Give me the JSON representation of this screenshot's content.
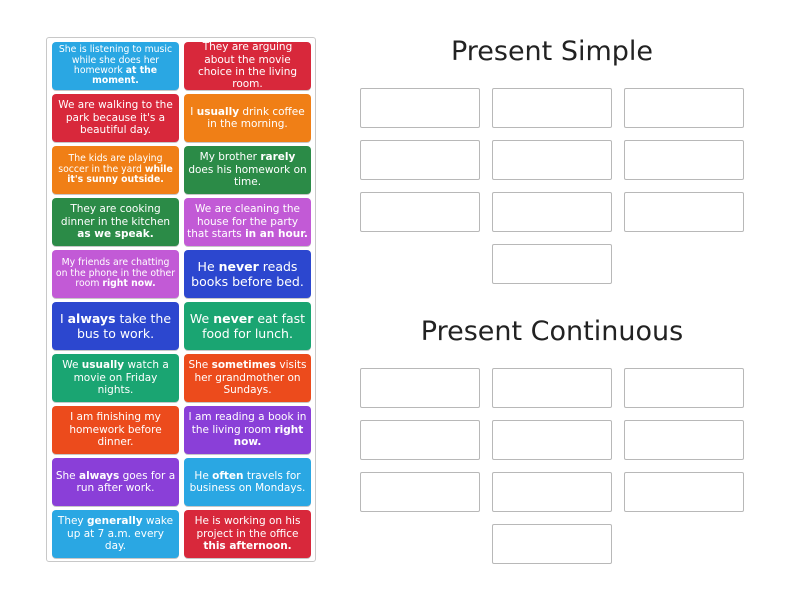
{
  "columns": [
    {
      "title": "Present Simple"
    },
    {
      "title": "Present Continuous"
    }
  ],
  "cards": [
    {
      "pre": "She is listening to music while she does her homework ",
      "bold": "at the moment.",
      "post": ""
    },
    {
      "pre": "They are arguing about the movie choice in the living room.",
      "bold": "",
      "post": ""
    },
    {
      "pre": "We are walking to the park because it's a beautiful day.",
      "bold": "",
      "post": ""
    },
    {
      "pre": "I ",
      "bold": "usually",
      "post": " drink coffee in the morning."
    },
    {
      "pre": "The kids are playing soccer in the yard ",
      "bold": "while it's sunny outside.",
      "post": ""
    },
    {
      "pre": "My brother ",
      "bold": "rarely",
      "post": " does his homework on time."
    },
    {
      "pre": "They are cooking dinner in the kitchen ",
      "bold": "as we speak.",
      "post": ""
    },
    {
      "pre": "We are cleaning the house for the party that starts ",
      "bold": "in an hour.",
      "post": ""
    },
    {
      "pre": "My friends are chatting on the phone in the other room ",
      "bold": "right now.",
      "post": ""
    },
    {
      "pre": "He ",
      "bold": "never",
      "post": " reads books before bed."
    },
    {
      "pre": "I ",
      "bold": "always",
      "post": " take the bus to work."
    },
    {
      "pre": "We ",
      "bold": "never",
      "post": " eat fast food for lunch."
    },
    {
      "pre": "We ",
      "bold": "usually",
      "post": " watch a movie on Friday nights."
    },
    {
      "pre": "She ",
      "bold": "sometimes",
      "post": " visits her grandmother on Sundays."
    },
    {
      "pre": "I am finishing my homework before dinner.",
      "bold": "",
      "post": ""
    },
    {
      "pre": "I am reading a book in the living room ",
      "bold": "right now.",
      "post": ""
    },
    {
      "pre": "She ",
      "bold": "always",
      "post": " goes for a run after work."
    },
    {
      "pre": "He ",
      "bold": "often",
      "post": " travels for business on Mondays."
    },
    {
      "pre": "They ",
      "bold": "generally",
      "post": " wake up at 7 a.m. every day."
    },
    {
      "pre": "He is working on his project in the office ",
      "bold": "this afternoon.",
      "post": ""
    }
  ]
}
